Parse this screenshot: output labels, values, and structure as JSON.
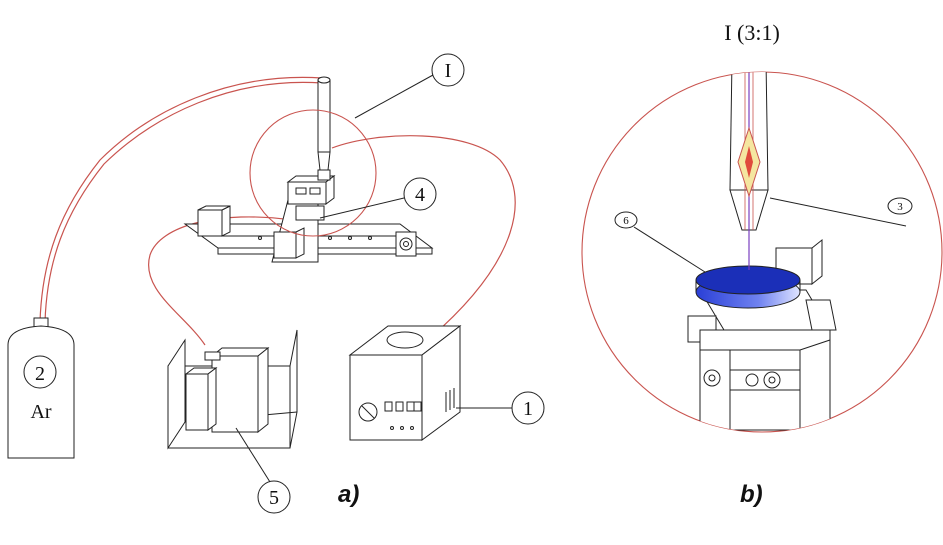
{
  "labels": {
    "detail_ref": "I",
    "detail_title": "I (3:1)",
    "power_unit": "1",
    "gas_cylinder_num": "2",
    "gas_cylinder_gas": "Ar",
    "electrode_ref": "3",
    "stage": "4",
    "cooling_unit": "5",
    "sample_ring": "6",
    "panel_a": "a)",
    "panel_b": "b)"
  },
  "colors": {
    "hose": "#c9544f",
    "sample_fill": "#2a3fd6",
    "sample_top": "#1b2fb8",
    "arc_glow": "#f5e6a0"
  }
}
